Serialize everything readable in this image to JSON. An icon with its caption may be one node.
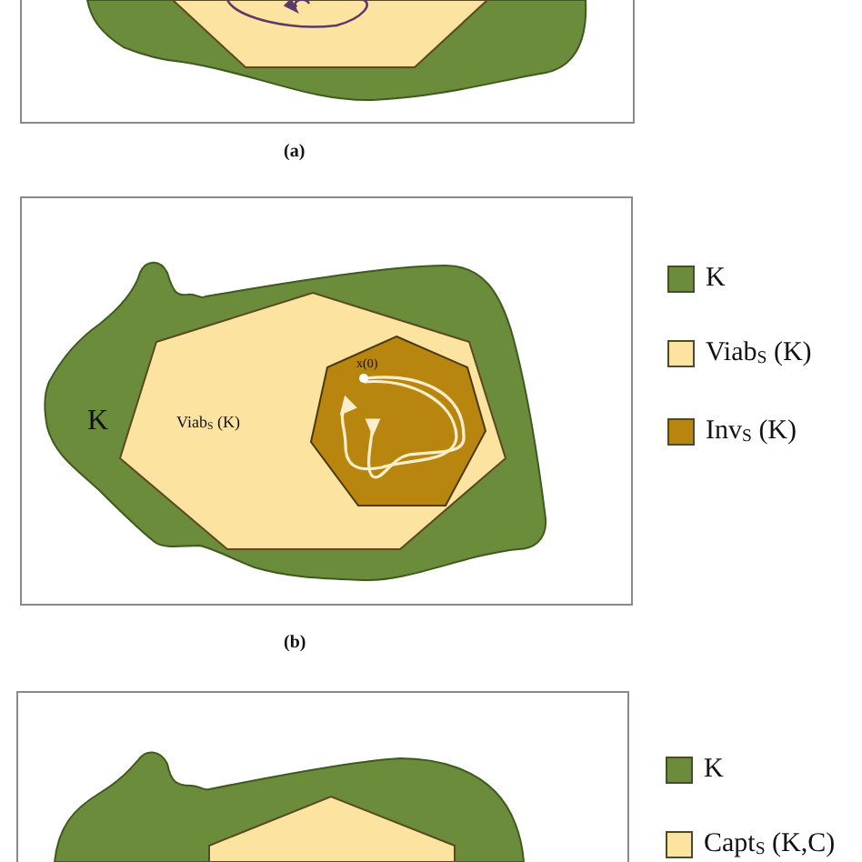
{
  "diagram": {
    "nodes": [
      {
        "text": [],
        "shape": "cloud"
      },
      {
        "text": [],
        "shape": "hexagon",
        "in": 0
      },
      {
        "text": [
          "K"
        ]
      },
      {
        "text": [
          "Viab$_{S}$ (K)"
        ],
        "in": 2
      },
      {
        "text": [
          "x(0)"
        ],
        "in": 3
      },
      {
        "text": [],
        "shape": "cloud"
      },
      {
        "text": [],
        "shape": "hexagon",
        "in": 5
      }
    ],
    "labels": [
      "(a)",
      "(b)"
    ],
    "legend": [
      {
        "text": "K",
        "color": "#6b8c3a"
      },
      {
        "text": "Viab$_{S}$ (K)",
        "color": "#fde3a0"
      },
      {
        "text": "Inv$_{S}$ (K)",
        "color": "#b8860f"
      },
      {
        "text": "K",
        "color": "#6b8c3a"
      },
      {
        "text": "Capt$_{S}$ (K,C)",
        "color": "#fde3a0"
      }
    ]
  }
}
